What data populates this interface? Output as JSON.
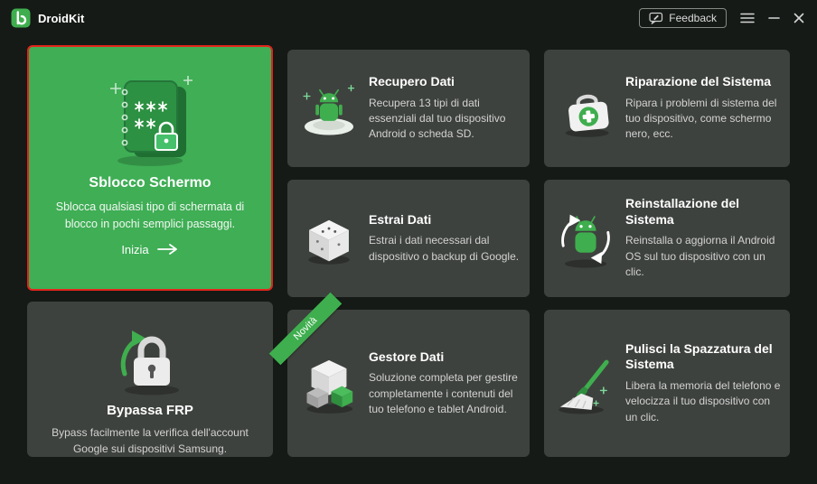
{
  "app": {
    "title": "DroidKit",
    "feedback_label": "Feedback"
  },
  "colors": {
    "background": "#151a16",
    "card": "#3e423e",
    "accent_green": "#3fae4e",
    "hero_green": "#3fae55",
    "selection_red": "#e3241c"
  },
  "icons": {
    "logo": "droidkit-logo",
    "feedback": "feedback-bubble-icon",
    "menu": "menu-icon",
    "minimize": "minimize-icon",
    "close": "close-icon",
    "sblocco": "password-book-icon",
    "bypassa": "lock-refresh-icon",
    "recupero": "android-disc-icon",
    "estrai": "data-box-icon",
    "gestore": "cubes-stack-icon",
    "riparazione": "first-aid-kit-icon",
    "reinstallazione": "android-reinstall-icon",
    "pulisci": "broom-icon",
    "inizia_arrow": "arrow-right-icon"
  },
  "cards": {
    "sblocco_schermo": {
      "title": "Sblocco Schermo",
      "description": "Sblocca qualsiasi tipo di schermata di blocco in pochi semplici passaggi.",
      "cta_label": "Inizia"
    },
    "bypassa_frp": {
      "title": "Bypassa FRP",
      "description": "Bypass facilmente la verifica dell'account Google sui dispositivi Samsung."
    },
    "recupero_dati": {
      "title": "Recupero Dati",
      "description": "Recupera 13 tipi di dati essenziali dal tuo dispositivo Android o scheda SD."
    },
    "estrai_dati": {
      "title": "Estrai Dati",
      "description": "Estrai i dati necessari dal dispositivo o backup di Google."
    },
    "gestore_dati": {
      "title": "Gestore Dati",
      "badge": "Novità",
      "description": "Soluzione completa per gestire completamente i contenuti del tuo telefono e tablet Android."
    },
    "riparazione_sistema": {
      "title": "Riparazione del Sistema",
      "description": "Ripara i problemi di sistema del tuo dispositivo, come schermo nero, ecc."
    },
    "reinstallazione_sistema": {
      "title": "Reinstallazione del Sistema",
      "description": "Reinstalla o aggiorna il Android OS sul tuo dispositivo con un clic."
    },
    "pulisci_spazzatura": {
      "title": "Pulisci la Spazzatura del Sistema",
      "description": "Libera la memoria del telefono e velocizza il tuo dispositivo con un clic."
    }
  }
}
